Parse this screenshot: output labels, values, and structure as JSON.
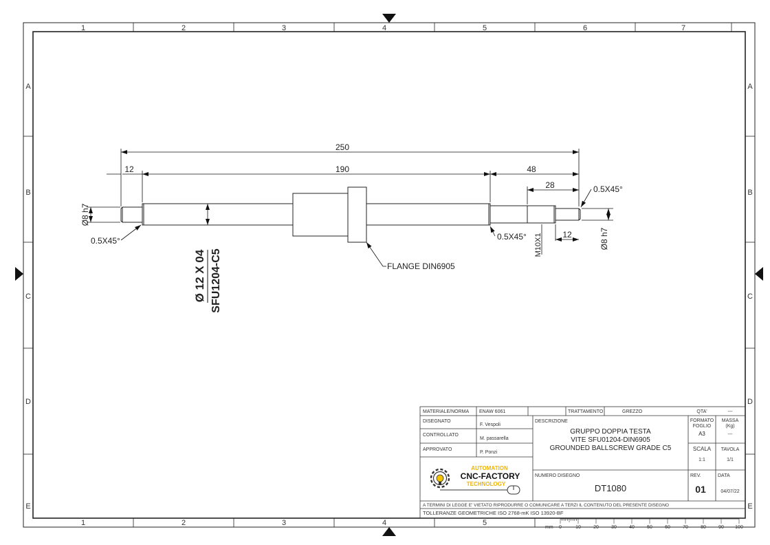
{
  "frame": {
    "columns": [
      "1",
      "2",
      "3",
      "4",
      "5",
      "6",
      "7"
    ],
    "rows": [
      "A",
      "B",
      "C",
      "D",
      "E"
    ]
  },
  "dimensions": {
    "overall": "250",
    "main_length": "190",
    "left_journal": "12",
    "right_section": "48",
    "thread_length": "28",
    "end_journal": "12",
    "chamfer_left": "0.5X45°",
    "chamfer_middle": "0.5X45°",
    "chamfer_right": "0.5X45°",
    "left_diameter": "Ø8 h7",
    "right_diameter": "Ø8 h7",
    "thread_size": "M10X1",
    "screw_size": "Ø 12 X 04",
    "screw_code": "SFU1204-C5",
    "flange_note": "FLANGE DIN6905"
  },
  "title_block": {
    "material_label": "MATERIALE/NORMA",
    "material_value": "ENAW 6061",
    "treatment_label": "TRATTAMENTO",
    "treatment_value": "GREZZO",
    "qty_label": "QTA'",
    "qty_value": "---",
    "designed_label": "DISEGNATO",
    "designed_value": "F. Vespoli",
    "checked_label": "CONTROLLATO",
    "checked_value": "M. passarella",
    "approved_label": "APPROVATO",
    "approved_value": "P. Ponzi",
    "description_label": "DESCRIZIONE",
    "description_lines": [
      "GRUPPO DOPPIA TESTA",
      "VITE SFU01204-DIN6905",
      "GROUNDED BALLSCREW GRADE C5"
    ],
    "format_label_1": "FORMATO",
    "format_label_2": "FOGLIO",
    "format_value": "A3",
    "mass_label_1": "MASSA",
    "mass_label_2": "(Kg)",
    "mass_value": "---",
    "scale_label": "SCALA",
    "scale_value": "1:1",
    "sheet_label": "TAVOLA",
    "sheet_value": "1/1",
    "drawing_number_label": "NUMERO DISEGNO",
    "drawing_number": "DT1080",
    "rev_label": "REV.",
    "rev_value": "01",
    "date_label": "DATA",
    "date_value": "04/07/22",
    "logo_line_1": "AUTOMATION",
    "logo_line_2": "CNC-FACTORY",
    "logo_line_3": "TECHNOLOGY",
    "legal_notice": "A TERMINI DI LEGGE E' VIETATO RIPRODURRE O COMUNICARE A TERZI IL CONTENUTO DEL PRESENTE DISEGNO",
    "tolerances": "TOLLERANZE GEOMETRICHE ISO 2768-mK ISO 13920-BF"
  },
  "scale_bar": {
    "unit": "mm",
    "labels": [
      "0",
      "10",
      "20",
      "30",
      "40",
      "50",
      "60",
      "70",
      "80",
      "90",
      "100"
    ]
  }
}
